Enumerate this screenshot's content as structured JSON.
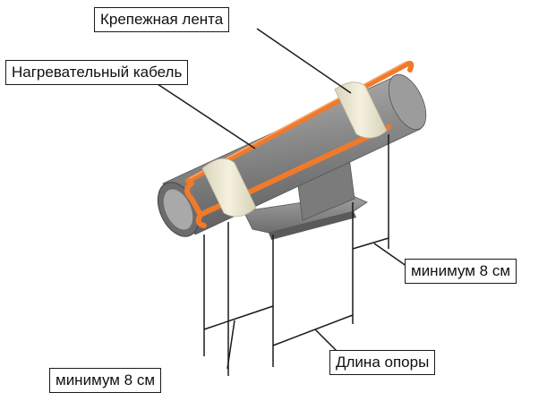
{
  "labels": {
    "mounting_tape": "Крепежная лента",
    "heating_cable": "Нагревательный кабель",
    "min_right": "минимум 8 см",
    "min_left": "минимум 8 см",
    "support_length": "Длина опоры"
  },
  "colors": {
    "pipe": "#8a8a8a",
    "cable": "#f07a2a",
    "tape": "#efebd8",
    "line": "#1a1a1a"
  }
}
